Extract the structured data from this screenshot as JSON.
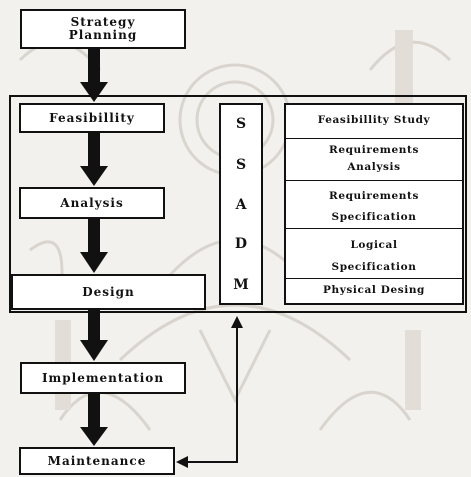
{
  "colors": {
    "ink": "#111111",
    "paper": "#ffffff",
    "background": "#f3f1ee",
    "watermark": "#d9d4cd"
  },
  "strategy": {
    "line1": "Strategy",
    "line2": "Planning"
  },
  "phases": {
    "feasibility": "Feasibillity",
    "analysis": "Analysis",
    "design": "Design",
    "implementation": "Implementation",
    "maintenance": "Maintenance"
  },
  "ssadm_letters": [
    "S",
    "S",
    "A",
    "D",
    "M"
  ],
  "ssadm_stages": [
    {
      "line1": "Feasibillity Study",
      "line2": ""
    },
    {
      "line1": "Requirements",
      "line2": "Analysis"
    },
    {
      "line1": "Requirements",
      "line2": "Specification"
    },
    {
      "line1": "Logical",
      "line2": "Specification"
    },
    {
      "line1": "Physical Desing",
      "line2": ""
    }
  ]
}
